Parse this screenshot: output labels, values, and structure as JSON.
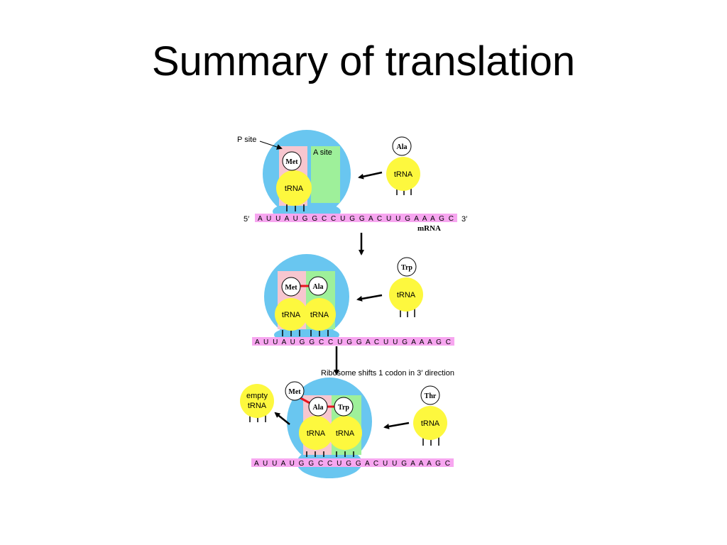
{
  "slide": {
    "title": "Summary of translation"
  },
  "colors": {
    "ribosome": "#69c6f0",
    "p_site": "#f7c6cf",
    "a_site": "#9ef09a",
    "trna": "#fdf83e",
    "mrna": "#f7a6f0",
    "peptide_bond": "#e8141e"
  },
  "panel1": {
    "p_site_label": "P site",
    "a_site_label": "A site",
    "p_amino": "Met",
    "p_trna": "tRNA",
    "incoming_amino": "Ala",
    "incoming_trna": "tRNA",
    "five_prime": "5′",
    "three_prime": "3′",
    "mrna_sequence": "A U U A U G G C C U G G A C U U G A A A G C",
    "mrna_label": "mRNA"
  },
  "panel2": {
    "p_amino": "Met",
    "a_amino": "Ala",
    "p_trna": "tRNA",
    "a_trna": "tRNA",
    "incoming_amino": "Trp",
    "incoming_trna": "tRNA",
    "mrna_sequence": "A U U A U G G C C U G G A C U U G A A A G C"
  },
  "shift_caption": "Ribosome shifts 1 codon in 3′ direction",
  "panel3": {
    "empty_trna_line1": "empty",
    "empty_trna_line2": "tRNA",
    "met_amino": "Met",
    "p_amino": "Ala",
    "a_amino": "Trp",
    "p_trna": "tRNA",
    "a_trna": "tRNA",
    "incoming_amino": "Thr",
    "incoming_trna": "tRNA",
    "mrna_sequence": "A U U A U G G C C U G G A C U U G A A A G C"
  }
}
